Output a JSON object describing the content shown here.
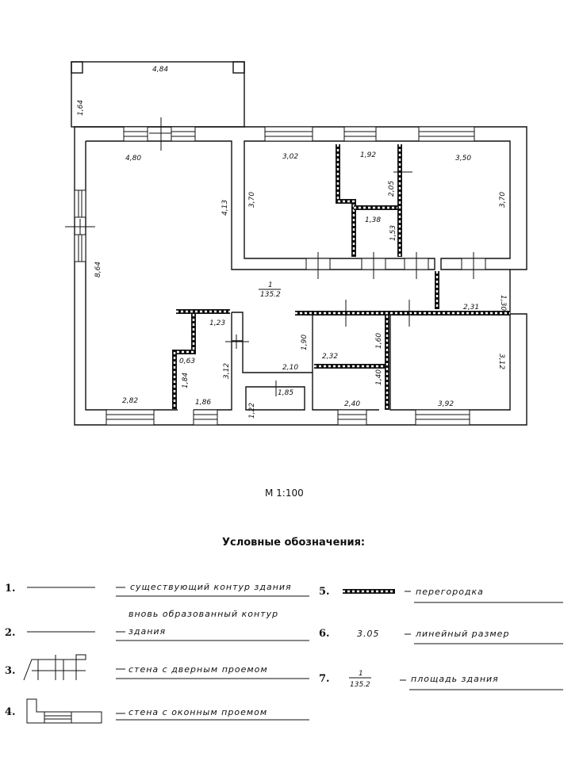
{
  "plan": {
    "dims": {
      "porch_width": "4,84",
      "porch_depth": "1,64",
      "room_big_width": "4,80",
      "room_big_height": "8,64",
      "room_big_side": "4,13",
      "room_big_bottom": "2,82",
      "room2_width": "3,02",
      "room2_height": "3,70",
      "hall_width": "1,92",
      "hall_height": "2,05",
      "room3_width": "3,50",
      "room3_height": "3,70",
      "small_width": "1,38",
      "small_height": "1,53",
      "corridor_height": "1,30",
      "corridor_width": "2,31",
      "closet_top": "1,23",
      "closet_offset": "0,63",
      "closet_wall": "1,84",
      "closet_height": "3,12",
      "closet_bottom": "1,86",
      "entry_height": "1,90",
      "entry_width": "2,10",
      "entry_door": "1,85",
      "entry_side": "1,22",
      "bath_width": "2,32",
      "bath_height": "1,60",
      "wc_height": "1,40",
      "wc_width": "2,40",
      "room4_height": "3,12",
      "room4_width": "3,92"
    },
    "area_number": "1",
    "area_value": "135.2"
  },
  "scale_label": "М 1:100",
  "legend": {
    "title": "Условные обозначения:",
    "items": [
      {
        "num": "1.",
        "text": "существующий контур здания"
      },
      {
        "num": "2.",
        "text_line1": "вновь образованный контур",
        "text_line2": "здания"
      },
      {
        "num": "3.",
        "text": "стена с дверным проемом"
      },
      {
        "num": "4.",
        "text": "стена с оконным проемом"
      },
      {
        "num": "5.",
        "text": "перегородка"
      },
      {
        "num": "6.",
        "sample": "3.05",
        "text": "линейный размер"
      },
      {
        "num": "7.",
        "sample_top": "1",
        "sample_bottom": "135.2",
        "text": "площадь здания"
      }
    ]
  }
}
